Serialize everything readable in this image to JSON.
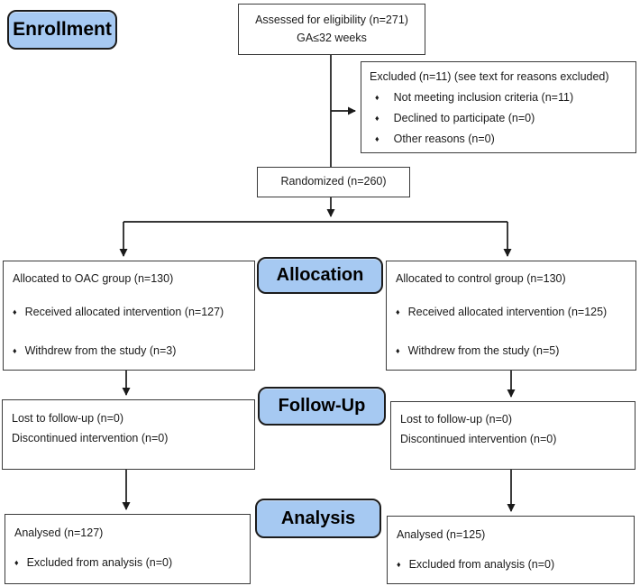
{
  "figure": {
    "type": "consort-flow-diagram",
    "bullet_glyph": "♦"
  },
  "colors": {
    "stage_fill": "#a6c9f2",
    "stage_border": "#1c1c1c",
    "box_border": "#3a3a3a",
    "box_fill": "#ffffff",
    "arrow": "#1a1a1a",
    "text": "#1a1a1a",
    "background": "#ffffff"
  },
  "stages": {
    "enrollment": "Enrollment",
    "allocation": "Allocation",
    "followup": "Follow-Up",
    "analysis": "Analysis"
  },
  "boxes": {
    "assessed": {
      "line1": "Assessed for eligibility (n=271)",
      "line2": "GA≤32 weeks"
    },
    "excluded": {
      "title": "Excluded (n=11) (see text for reasons excluded)",
      "bullets": [
        "Not meeting inclusion criteria (n=11)",
        "Declined to participate (n=0)",
        "Other reasons (n=0)"
      ]
    },
    "randomized": {
      "text": "Randomized (n=260)"
    },
    "alloc_left": {
      "title": "Allocated to OAC group (n=130)",
      "bullets": [
        "Received allocated intervention (n=127)",
        "Withdrew from the study (n=3)"
      ]
    },
    "alloc_right": {
      "title": "Allocated to control group (n=130)",
      "bullets": [
        "Received allocated intervention (n=125)",
        "Withdrew from the study (n=5)"
      ]
    },
    "followup_left": {
      "line1": "Lost to follow-up (n=0)",
      "line2": "Discontinued intervention (n=0)"
    },
    "followup_right": {
      "line1": "Lost to follow-up (n=0)",
      "line2": "Discontinued intervention (n=0)"
    },
    "analysis_left": {
      "title": "Analysed (n=127)",
      "bullets": [
        "Excluded from analysis (n=0)"
      ]
    },
    "analysis_right": {
      "title": "Analysed (n=125)",
      "bullets": [
        "Excluded from analysis (n=0)"
      ]
    }
  }
}
